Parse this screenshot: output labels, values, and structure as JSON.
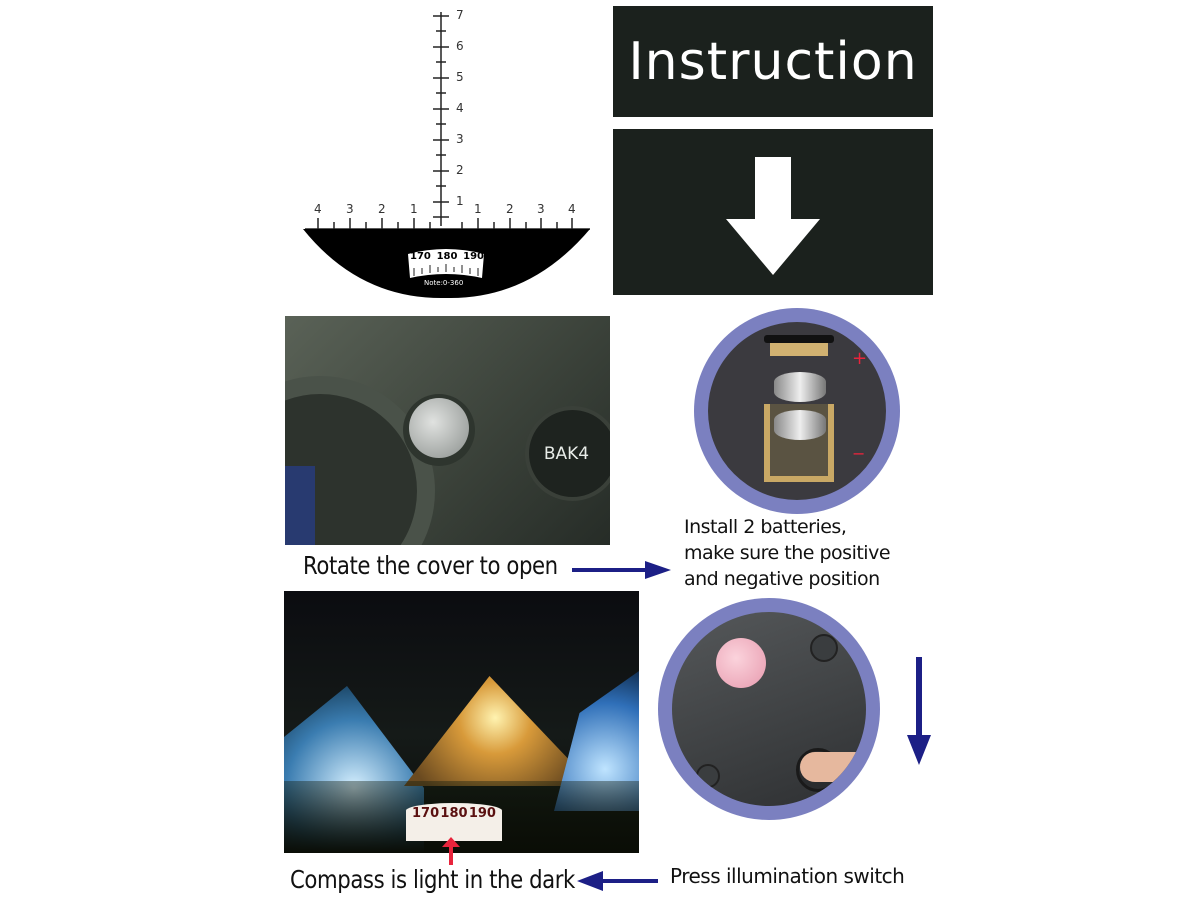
{
  "reticle": {
    "vertical_labels": [
      "1",
      "2",
      "3",
      "4",
      "5",
      "6",
      "7"
    ],
    "horizontal_left_labels": [
      "4",
      "3",
      "2",
      "1"
    ],
    "horizontal_right_labels": [
      "1",
      "2",
      "3",
      "4"
    ],
    "compass_scale": [
      "170",
      "180",
      "190"
    ],
    "compass_note": "Note:0-360"
  },
  "header": {
    "title": "Instruction",
    "arrow_icon": "down-arrow-icon"
  },
  "steps": {
    "rotate": "Rotate the cover to open",
    "photo_label": "BAK4",
    "install": [
      "Install 2 batteries,",
      "make sure the positive",
      "and negative position"
    ],
    "battery_plus": "+",
    "battery_minus": "−",
    "press": "Press illumination switch",
    "compass_dark": "Compass is light in the dark",
    "night_scale": [
      "170",
      "180",
      "190"
    ]
  },
  "colors": {
    "panel": "#1b211d",
    "arrow": "#1c1f86",
    "ring": "#7b80c0",
    "accent_red": "#e8243c"
  }
}
